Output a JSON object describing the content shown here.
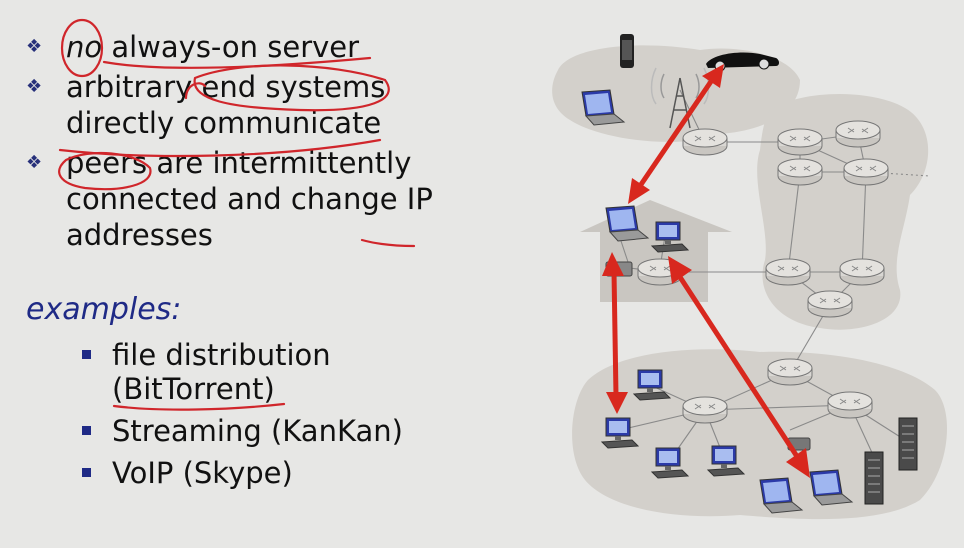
{
  "bullets": [
    {
      "emph": "no",
      "text": " always-on server"
    },
    {
      "text": "arbitrary end systems"
    },
    {
      "text": "directly communicate"
    },
    {
      "text": "peers are intermittently"
    },
    {
      "text": "connected and change IP"
    },
    {
      "text": "addresses"
    }
  ],
  "examples_heading": "examples:",
  "examples": [
    "file distribution",
    "(BitTorrent)",
    "Streaming (KanKan)",
    "VoIP (Skype)"
  ],
  "colors": {
    "accent": "#1f2a86",
    "annotation": "#d0262b",
    "arrow": "#d8281e",
    "cloud": "#d3d0cb"
  },
  "icons": [
    "diamond-bullet-icon",
    "square-bullet-icon",
    "router-icon",
    "laptop-icon",
    "desktop-icon",
    "server-icon",
    "smartphone-icon",
    "car-icon",
    "cell-tower-icon",
    "house-icon"
  ]
}
